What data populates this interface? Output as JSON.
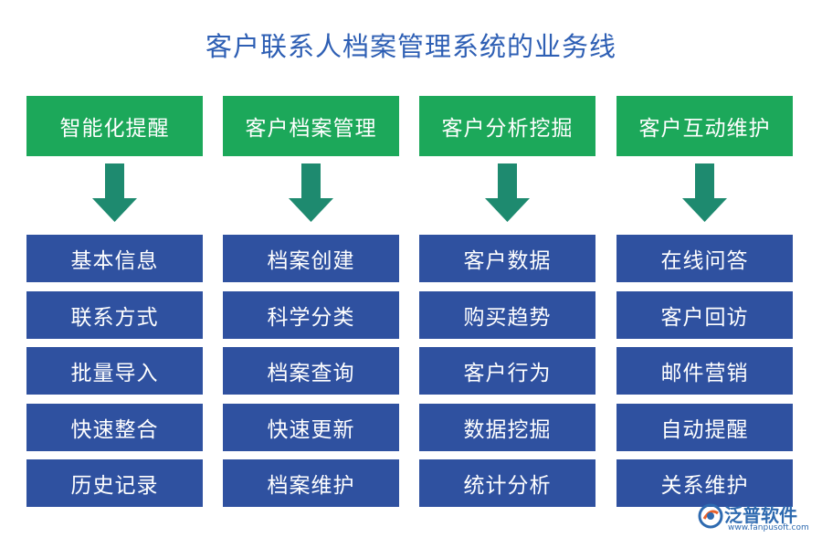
{
  "title": "客户联系人档案管理系统的业务线",
  "columns": [
    {
      "header": "智能化提醒",
      "items": [
        "基本信息",
        "联系方式",
        "批量导入",
        "快速整合",
        "历史记录"
      ]
    },
    {
      "header": "客户档案管理",
      "items": [
        "档案创建",
        "科学分类",
        "档案查询",
        "快速更新",
        "档案维护"
      ]
    },
    {
      "header": "客户分析挖掘",
      "items": [
        "客户数据",
        "购买趋势",
        "客户行为",
        "数据挖掘",
        "统计分析"
      ]
    },
    {
      "header": "客户互动维护",
      "items": [
        "在线问答",
        "客户回访",
        "邮件营销",
        "自动提醒",
        "关系维护"
      ]
    }
  ],
  "logo": {
    "name": "泛普软件",
    "url": "www.fanpusoft.com"
  },
  "colors": {
    "title": "#2e5fb4",
    "header_bg": "#1ca85a",
    "item_bg": "#2f51a0",
    "arrow": "#1e8a6f"
  }
}
